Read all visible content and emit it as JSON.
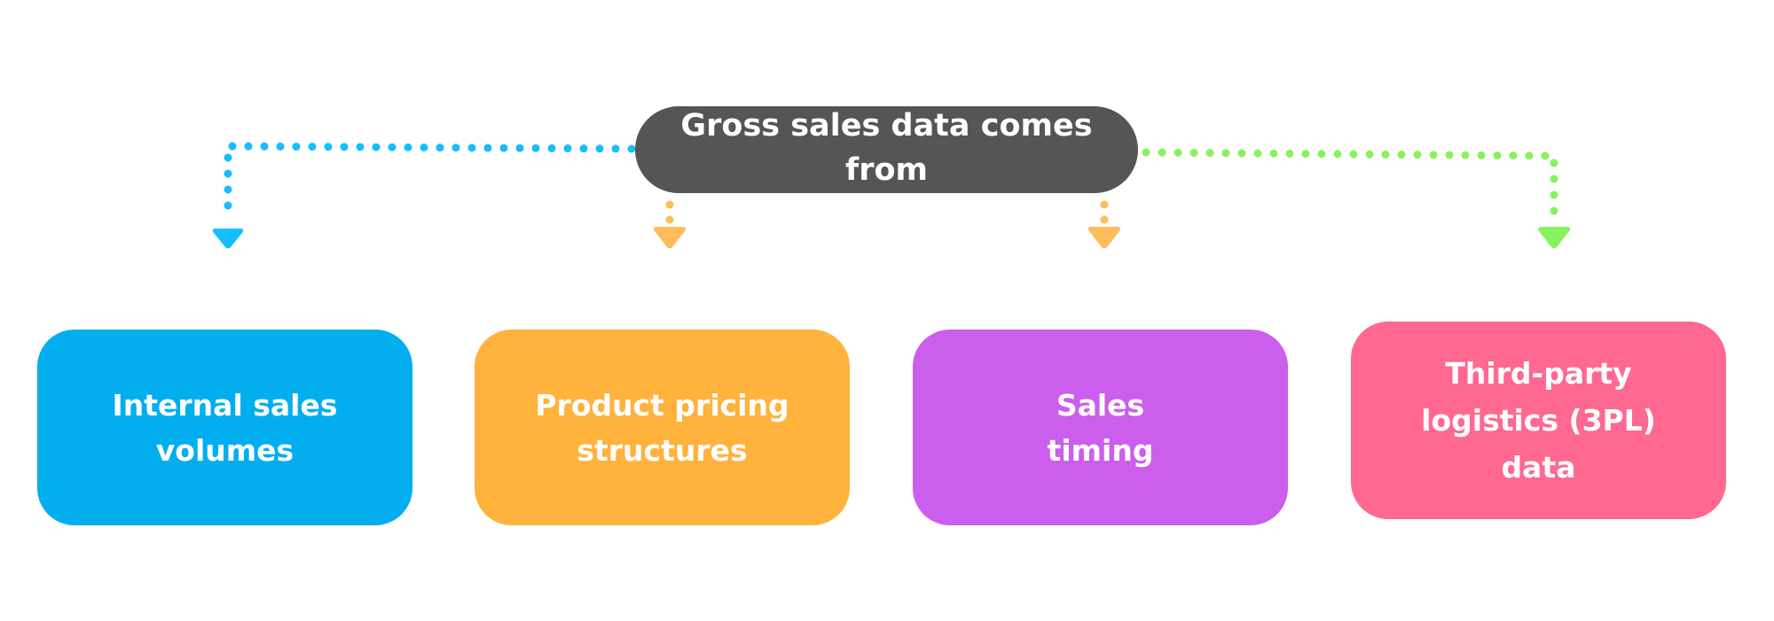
{
  "hub": {
    "label": "Gross sales data comes from",
    "color": "#555555"
  },
  "sources": [
    {
      "label": "Internal sales volumes",
      "color": "#03AEEF",
      "connector_color": "#14BEFF"
    },
    {
      "label": "Product pricing structures",
      "color": "#FFB23C",
      "connector_color": "#FFBC5A"
    },
    {
      "label": "Sales timing",
      "color": "#CB5EEC",
      "connector_color": "#FFBC5A"
    },
    {
      "label": "Third-party logistics (3PL) data",
      "color": "#FF6890",
      "connector_color": "#88F25E"
    }
  ],
  "connectors": [
    {
      "from": "hub",
      "to": "sources.0",
      "style": "dotted",
      "color": "#14BEFF",
      "icon": "arrow-down-icon"
    },
    {
      "from": "hub",
      "to": "sources.1",
      "style": "dotted",
      "color": "#FFBC5A",
      "icon": "arrow-down-icon"
    },
    {
      "from": "hub",
      "to": "sources.2",
      "style": "dotted",
      "color": "#FFBC5A",
      "icon": "arrow-down-icon"
    },
    {
      "from": "hub",
      "to": "sources.3",
      "style": "dotted",
      "color": "#88F25E",
      "icon": "arrow-down-icon"
    }
  ]
}
